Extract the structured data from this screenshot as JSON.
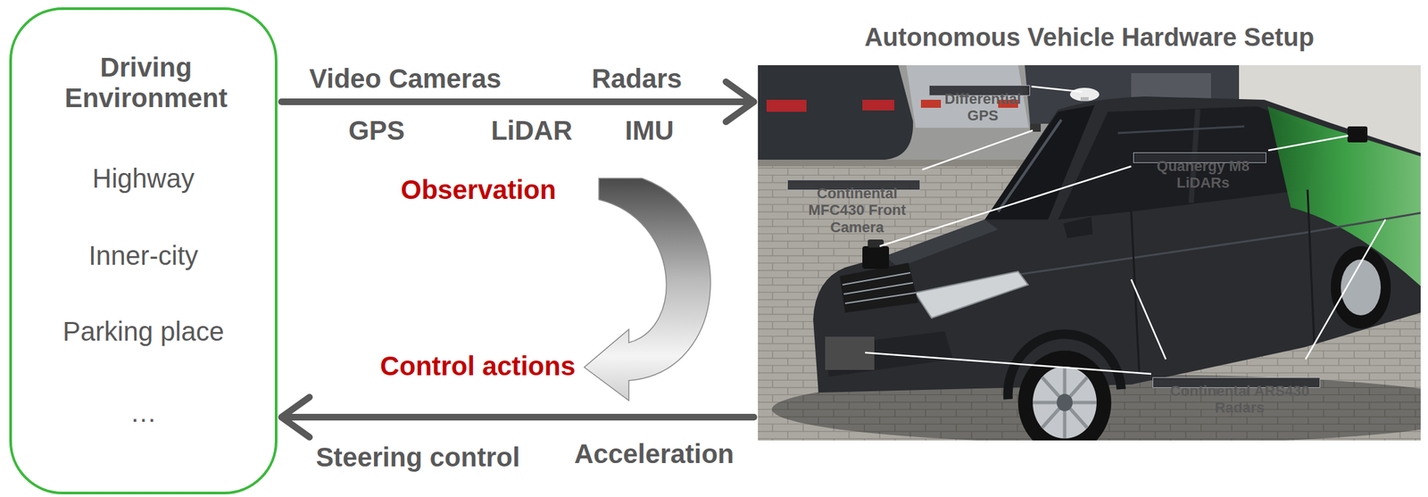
{
  "diagram": {
    "nodes": [
      {
        "text": [
          "Driving Environment",
          "Highway",
          "Inner-city",
          "Parking place",
          "…"
        ]
      },
      {
        "text": [
          "Autonomous Vehicle Hardware Setup"
        ]
      },
      {
        "text": [
          "Differential GPS"
        ],
        "in": 1
      },
      {
        "text": [
          "Continental MFC430 Front Camera"
        ],
        "in": 1
      },
      {
        "text": [
          "Quanergy M8 LiDARs"
        ],
        "in": 1
      },
      {
        "text": [
          "Continental ARS430 Radars"
        ],
        "in": 1
      }
    ],
    "edges": [
      {
        "from": 0,
        "to": 1,
        "arrow": "to"
      },
      {
        "from": 1,
        "to": 0,
        "arrow": "to"
      }
    ],
    "labels": [
      "Video Cameras",
      "Radars",
      "GPS",
      "LiDAR",
      "IMU",
      "Observation",
      "Control actions",
      "Steering control",
      "Acceleration"
    ]
  }
}
